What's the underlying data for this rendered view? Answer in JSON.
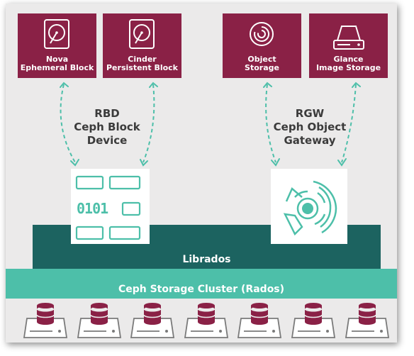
{
  "services": [
    {
      "line1": "Nova",
      "line2": "Ephemeral Block",
      "icon": "hard-drive-icon"
    },
    {
      "line1": "Cinder",
      "line2": "Persistent Block",
      "icon": "hard-drive-icon"
    },
    {
      "line1": "Object",
      "line2": "Storage",
      "icon": "object-storage-icon"
    },
    {
      "line1": "Glance",
      "line2": "Image Storage",
      "icon": "server-drive-icon"
    }
  ],
  "rbd": {
    "line1": "RBD",
    "line2": "Ceph Block",
    "line3": "Device",
    "box_text": "0101"
  },
  "rgw": {
    "line1": "RGW",
    "line2": "Ceph Object",
    "line3": "Gateway"
  },
  "librados": "Librados",
  "cluster": "Ceph Storage Cluster (Rados)",
  "colors": {
    "service_bg": "#8a2146",
    "librados_bg": "#1c6360",
    "cluster_bg": "#4dbfa9",
    "accent": "#4dbfa9",
    "background": "#ebeaea"
  }
}
